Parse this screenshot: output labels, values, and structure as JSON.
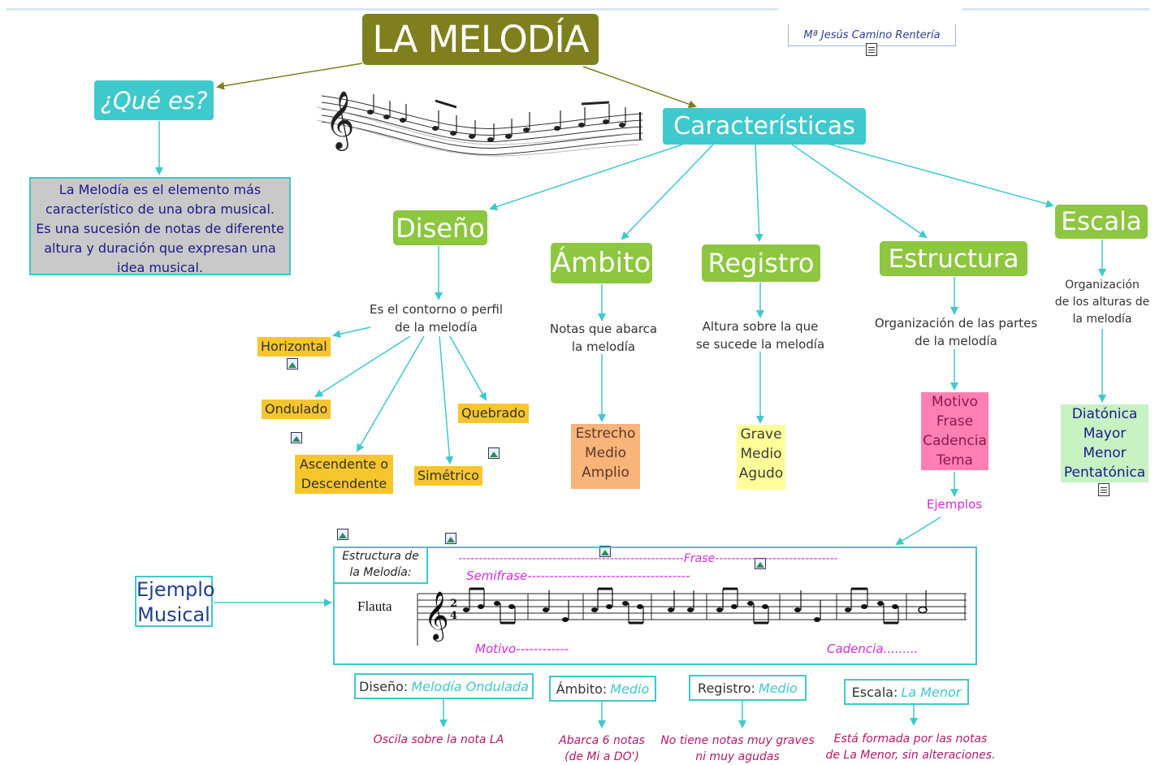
{
  "title": "LA MELODÍA",
  "author": "Mª Jesús Camino Rentería",
  "que_es": {
    "label": "¿Qué es?",
    "text_lines": [
      "La Melodía es el elemento más",
      "característico de una obra musical.",
      "Es una sucesión  de notas de diferente",
      "altura y duración que expresan una",
      "idea musical."
    ]
  },
  "caracteristicas": "Características",
  "diseno": {
    "label": "Diseño",
    "desc_lines": [
      "Es el contorno o perfil",
      "de la melodía"
    ],
    "types": {
      "horizontal": "Horizontal",
      "ondulado": "Ondulado",
      "quebrado": "Quebrado",
      "asc_lines": [
        "Ascendente o",
        "Descendente"
      ],
      "simetrico": "Simétrico"
    }
  },
  "ambito": {
    "label": "Ámbito",
    "desc_lines": [
      "Notas que abarca",
      "la melodía"
    ],
    "items": [
      "Estrecho",
      "Medio",
      "Amplio"
    ]
  },
  "registro": {
    "label": "Registro",
    "desc_lines": [
      "Altura sobre la que",
      "se sucede la melodía"
    ],
    "items": [
      "Grave",
      "Medio",
      "Agudo"
    ]
  },
  "estructura": {
    "label": "Estructura",
    "desc_lines": [
      "Organización de las partes",
      "de la melodía"
    ],
    "items": [
      "Motivo",
      "Frase",
      "Cadencia",
      "Tema"
    ],
    "ejemplos": "Ejemplos"
  },
  "escala": {
    "label": "Escala",
    "desc_lines": [
      "Organización",
      "de los alturas de",
      "la melodía"
    ],
    "items": [
      "Diatónica",
      "Mayor",
      "Menor",
      "Pentatónica"
    ]
  },
  "ejemplo_musical": {
    "label_lines": [
      "Ejemplo",
      "Musical"
    ],
    "structure_label_lines": [
      "Estructura de",
      "la Melodía:"
    ],
    "frase": "-------------------------------------------------------Frase------------------------------",
    "semifrase": "Semifrase-------------------------------------",
    "instrument": "Flauta",
    "motivo": "Motivo------------",
    "cadencia": "Cadencia.........",
    "time_signature": [
      "2",
      "4"
    ]
  },
  "properties": [
    {
      "key": "Diseño:",
      "value": "Melodía Ondulada",
      "note_lines": [
        "Oscila sobre la nota LA"
      ]
    },
    {
      "key": "Ámbito:",
      "value": "Medio",
      "note_lines": [
        "Abarca  6 notas",
        "(de Mi a DO')"
      ]
    },
    {
      "key": "Registro:",
      "value": "Medio",
      "note_lines": [
        "No tiene notas muy graves",
        "ni muy agudas"
      ]
    },
    {
      "key": "Escala:",
      "value": "La Menor",
      "note_lines": [
        "Está formada por las notas",
        "de La Menor, sin alteraciones."
      ]
    }
  ],
  "colors": {
    "title_bg": "#7f7f1e",
    "teal": "#3ec9cc",
    "green": "#8dc63f",
    "yellow": "#f7c52c",
    "magenta": "#d52bd5"
  }
}
